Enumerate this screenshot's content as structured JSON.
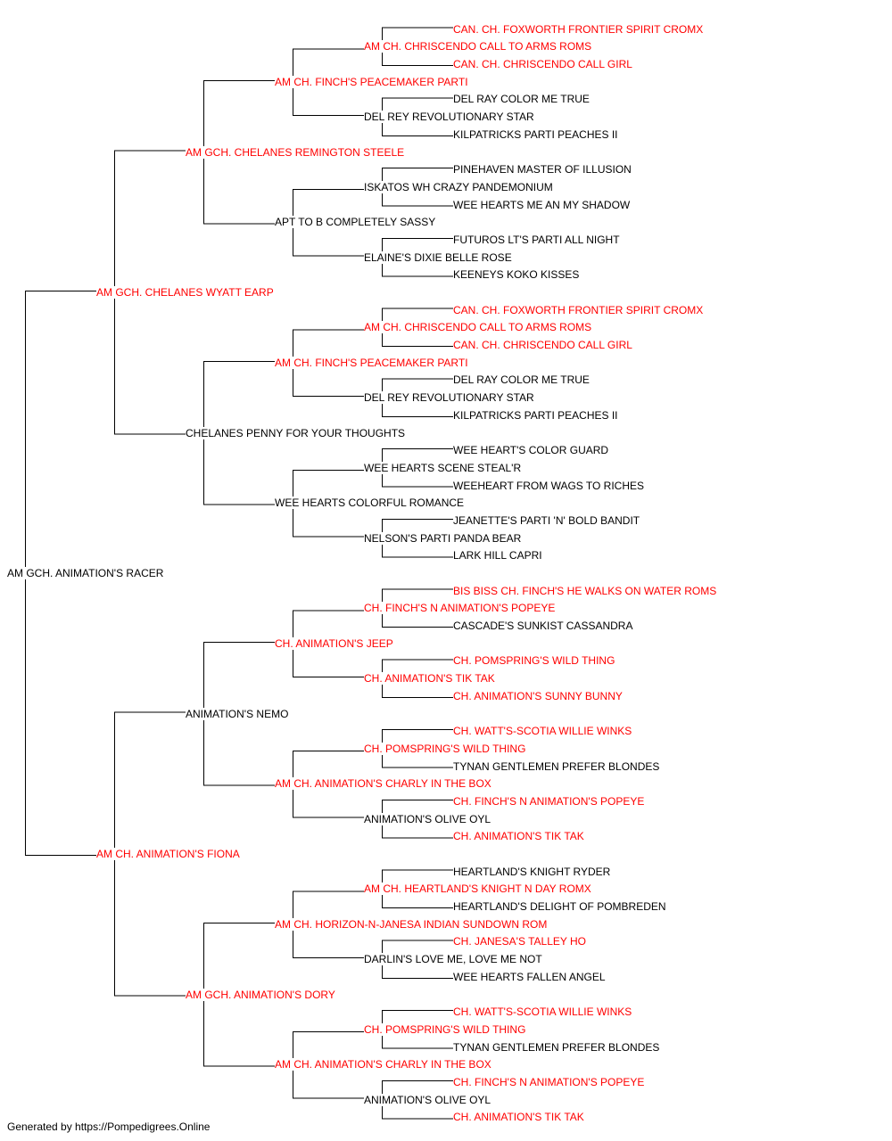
{
  "colors": {
    "champion": "#ff0000",
    "normal": "#000000",
    "line": "#000000"
  },
  "footer": "Generated by https://Pompedigrees.Online",
  "pedigree": {
    "name": "AM GCH. ANIMATION'S RACER",
    "ch": false,
    "sire": {
      "name": "AM GCH. CHELANES WYATT EARP",
      "ch": true,
      "sire": {
        "name": "AM GCH. CHELANES REMINGTON STEELE",
        "ch": true,
        "sire": {
          "name": "AM CH. FINCH'S PEACEMAKER PARTI",
          "ch": true,
          "sire": {
            "name": "AM CH. CHRISCENDO CALL TO ARMS ROMS",
            "ch": true,
            "sire": {
              "name": "CAN. CH. FOXWORTH FRONTIER SPIRIT CROMX",
              "ch": true
            },
            "dam": {
              "name": "CAN. CH. CHRISCENDO CALL GIRL",
              "ch": true
            }
          },
          "dam": {
            "name": "DEL REY REVOLUTIONARY STAR",
            "ch": false,
            "sire": {
              "name": "DEL RAY COLOR ME TRUE",
              "ch": false
            },
            "dam": {
              "name": "KILPATRICKS PARTI PEACHES II",
              "ch": false
            }
          }
        },
        "dam": {
          "name": "APT TO B COMPLETELY SASSY",
          "ch": false,
          "sire": {
            "name": "ISKATOS WH CRAZY PANDEMONIUM",
            "ch": false,
            "sire": {
              "name": "PINEHAVEN MASTER OF ILLUSION",
              "ch": false
            },
            "dam": {
              "name": "WEE HEARTS ME AN MY SHADOW",
              "ch": false
            }
          },
          "dam": {
            "name": "ELAINE'S DIXIE BELLE ROSE",
            "ch": false,
            "sire": {
              "name": "FUTUROS LT'S PARTI ALL NIGHT",
              "ch": false
            },
            "dam": {
              "name": "KEENEYS KOKO KISSES",
              "ch": false
            }
          }
        }
      },
      "dam": {
        "name": "CHELANES PENNY FOR YOUR THOUGHTS",
        "ch": false,
        "sire": {
          "name": "AM CH. FINCH'S PEACEMAKER PARTI",
          "ch": true,
          "sire": {
            "name": "AM CH. CHRISCENDO CALL TO ARMS ROMS",
            "ch": true,
            "sire": {
              "name": "CAN. CH. FOXWORTH FRONTIER SPIRIT CROMX",
              "ch": true
            },
            "dam": {
              "name": "CAN. CH. CHRISCENDO CALL GIRL",
              "ch": true
            }
          },
          "dam": {
            "name": "DEL REY REVOLUTIONARY STAR",
            "ch": false,
            "sire": {
              "name": "DEL RAY COLOR ME TRUE",
              "ch": false
            },
            "dam": {
              "name": "KILPATRICKS PARTI PEACHES II",
              "ch": false
            }
          }
        },
        "dam": {
          "name": "WEE HEARTS COLORFUL ROMANCE",
          "ch": false,
          "sire": {
            "name": "WEE HEARTS SCENE STEAL'R",
            "ch": false,
            "sire": {
              "name": "WEE HEART'S COLOR GUARD",
              "ch": false
            },
            "dam": {
              "name": "WEEHEART FROM WAGS TO RICHES",
              "ch": false
            }
          },
          "dam": {
            "name": "NELSON'S PARTI PANDA BEAR",
            "ch": false,
            "sire": {
              "name": "JEANETTE'S PARTI 'N' BOLD BANDIT",
              "ch": false
            },
            "dam": {
              "name": "LARK HILL CAPRI",
              "ch": false
            }
          }
        }
      }
    },
    "dam": {
      "name": "AM CH. ANIMATION'S FIONA",
      "ch": true,
      "sire": {
        "name": "ANIMATION'S NEMO",
        "ch": false,
        "sire": {
          "name": "CH. ANIMATION'S JEEP",
          "ch": true,
          "sire": {
            "name": "CH. FINCH'S N ANIMATION'S POPEYE",
            "ch": true,
            "sire": {
              "name": "BIS BISS CH. FINCH'S HE WALKS ON WATER ROMS",
              "ch": true
            },
            "dam": {
              "name": "CASCADE'S SUNKIST CASSANDRA",
              "ch": false
            }
          },
          "dam": {
            "name": "CH. ANIMATION'S TIK TAK",
            "ch": true,
            "sire": {
              "name": "CH. POMSPRING'S WILD THING",
              "ch": true
            },
            "dam": {
              "name": "CH. ANIMATION'S SUNNY BUNNY",
              "ch": true
            }
          }
        },
        "dam": {
          "name": "AM CH. ANIMATION'S CHARLY IN THE BOX",
          "ch": true,
          "sire": {
            "name": "CH. POMSPRING'S WILD THING",
            "ch": true,
            "sire": {
              "name": "CH. WATT'S-SCOTIA WILLIE WINKS",
              "ch": true
            },
            "dam": {
              "name": "TYNAN GENTLEMEN PREFER BLONDES",
              "ch": false
            }
          },
          "dam": {
            "name": "ANIMATION'S OLIVE OYL",
            "ch": false,
            "sire": {
              "name": "CH. FINCH'S N ANIMATION'S POPEYE",
              "ch": true
            },
            "dam": {
              "name": "CH. ANIMATION'S TIK TAK",
              "ch": true
            }
          }
        }
      },
      "dam": {
        "name": "AM GCH. ANIMATION'S DORY",
        "ch": true,
        "sire": {
          "name": "AM CH. HORIZON-N-JANESA INDIAN SUNDOWN ROM",
          "ch": true,
          "sire": {
            "name": "AM CH. HEARTLAND'S KNIGHT N DAY ROMX",
            "ch": true,
            "sire": {
              "name": "HEARTLAND'S KNIGHT RYDER",
              "ch": false
            },
            "dam": {
              "name": "HEARTLAND'S DELIGHT OF POMBREDEN",
              "ch": false
            }
          },
          "dam": {
            "name": "DARLIN'S LOVE ME, LOVE ME NOT",
            "ch": false,
            "sire": {
              "name": "CH. JANESA'S TALLEY HO",
              "ch": true
            },
            "dam": {
              "name": "WEE HEARTS FALLEN ANGEL",
              "ch": false
            }
          }
        },
        "dam": {
          "name": "AM CH. ANIMATION'S CHARLY IN THE BOX",
          "ch": true,
          "sire": {
            "name": "CH. POMSPRING'S WILD THING",
            "ch": true,
            "sire": {
              "name": "CH. WATT'S-SCOTIA WILLIE WINKS",
              "ch": true
            },
            "dam": {
              "name": "TYNAN GENTLEMEN PREFER BLONDES",
              "ch": false
            }
          },
          "dam": {
            "name": "ANIMATION'S OLIVE OYL",
            "ch": false,
            "sire": {
              "name": "CH. FINCH'S N ANIMATION'S POPEYE",
              "ch": true
            },
            "dam": {
              "name": "CH. ANIMATION'S TIK TAK",
              "ch": true
            }
          }
        }
      }
    }
  }
}
